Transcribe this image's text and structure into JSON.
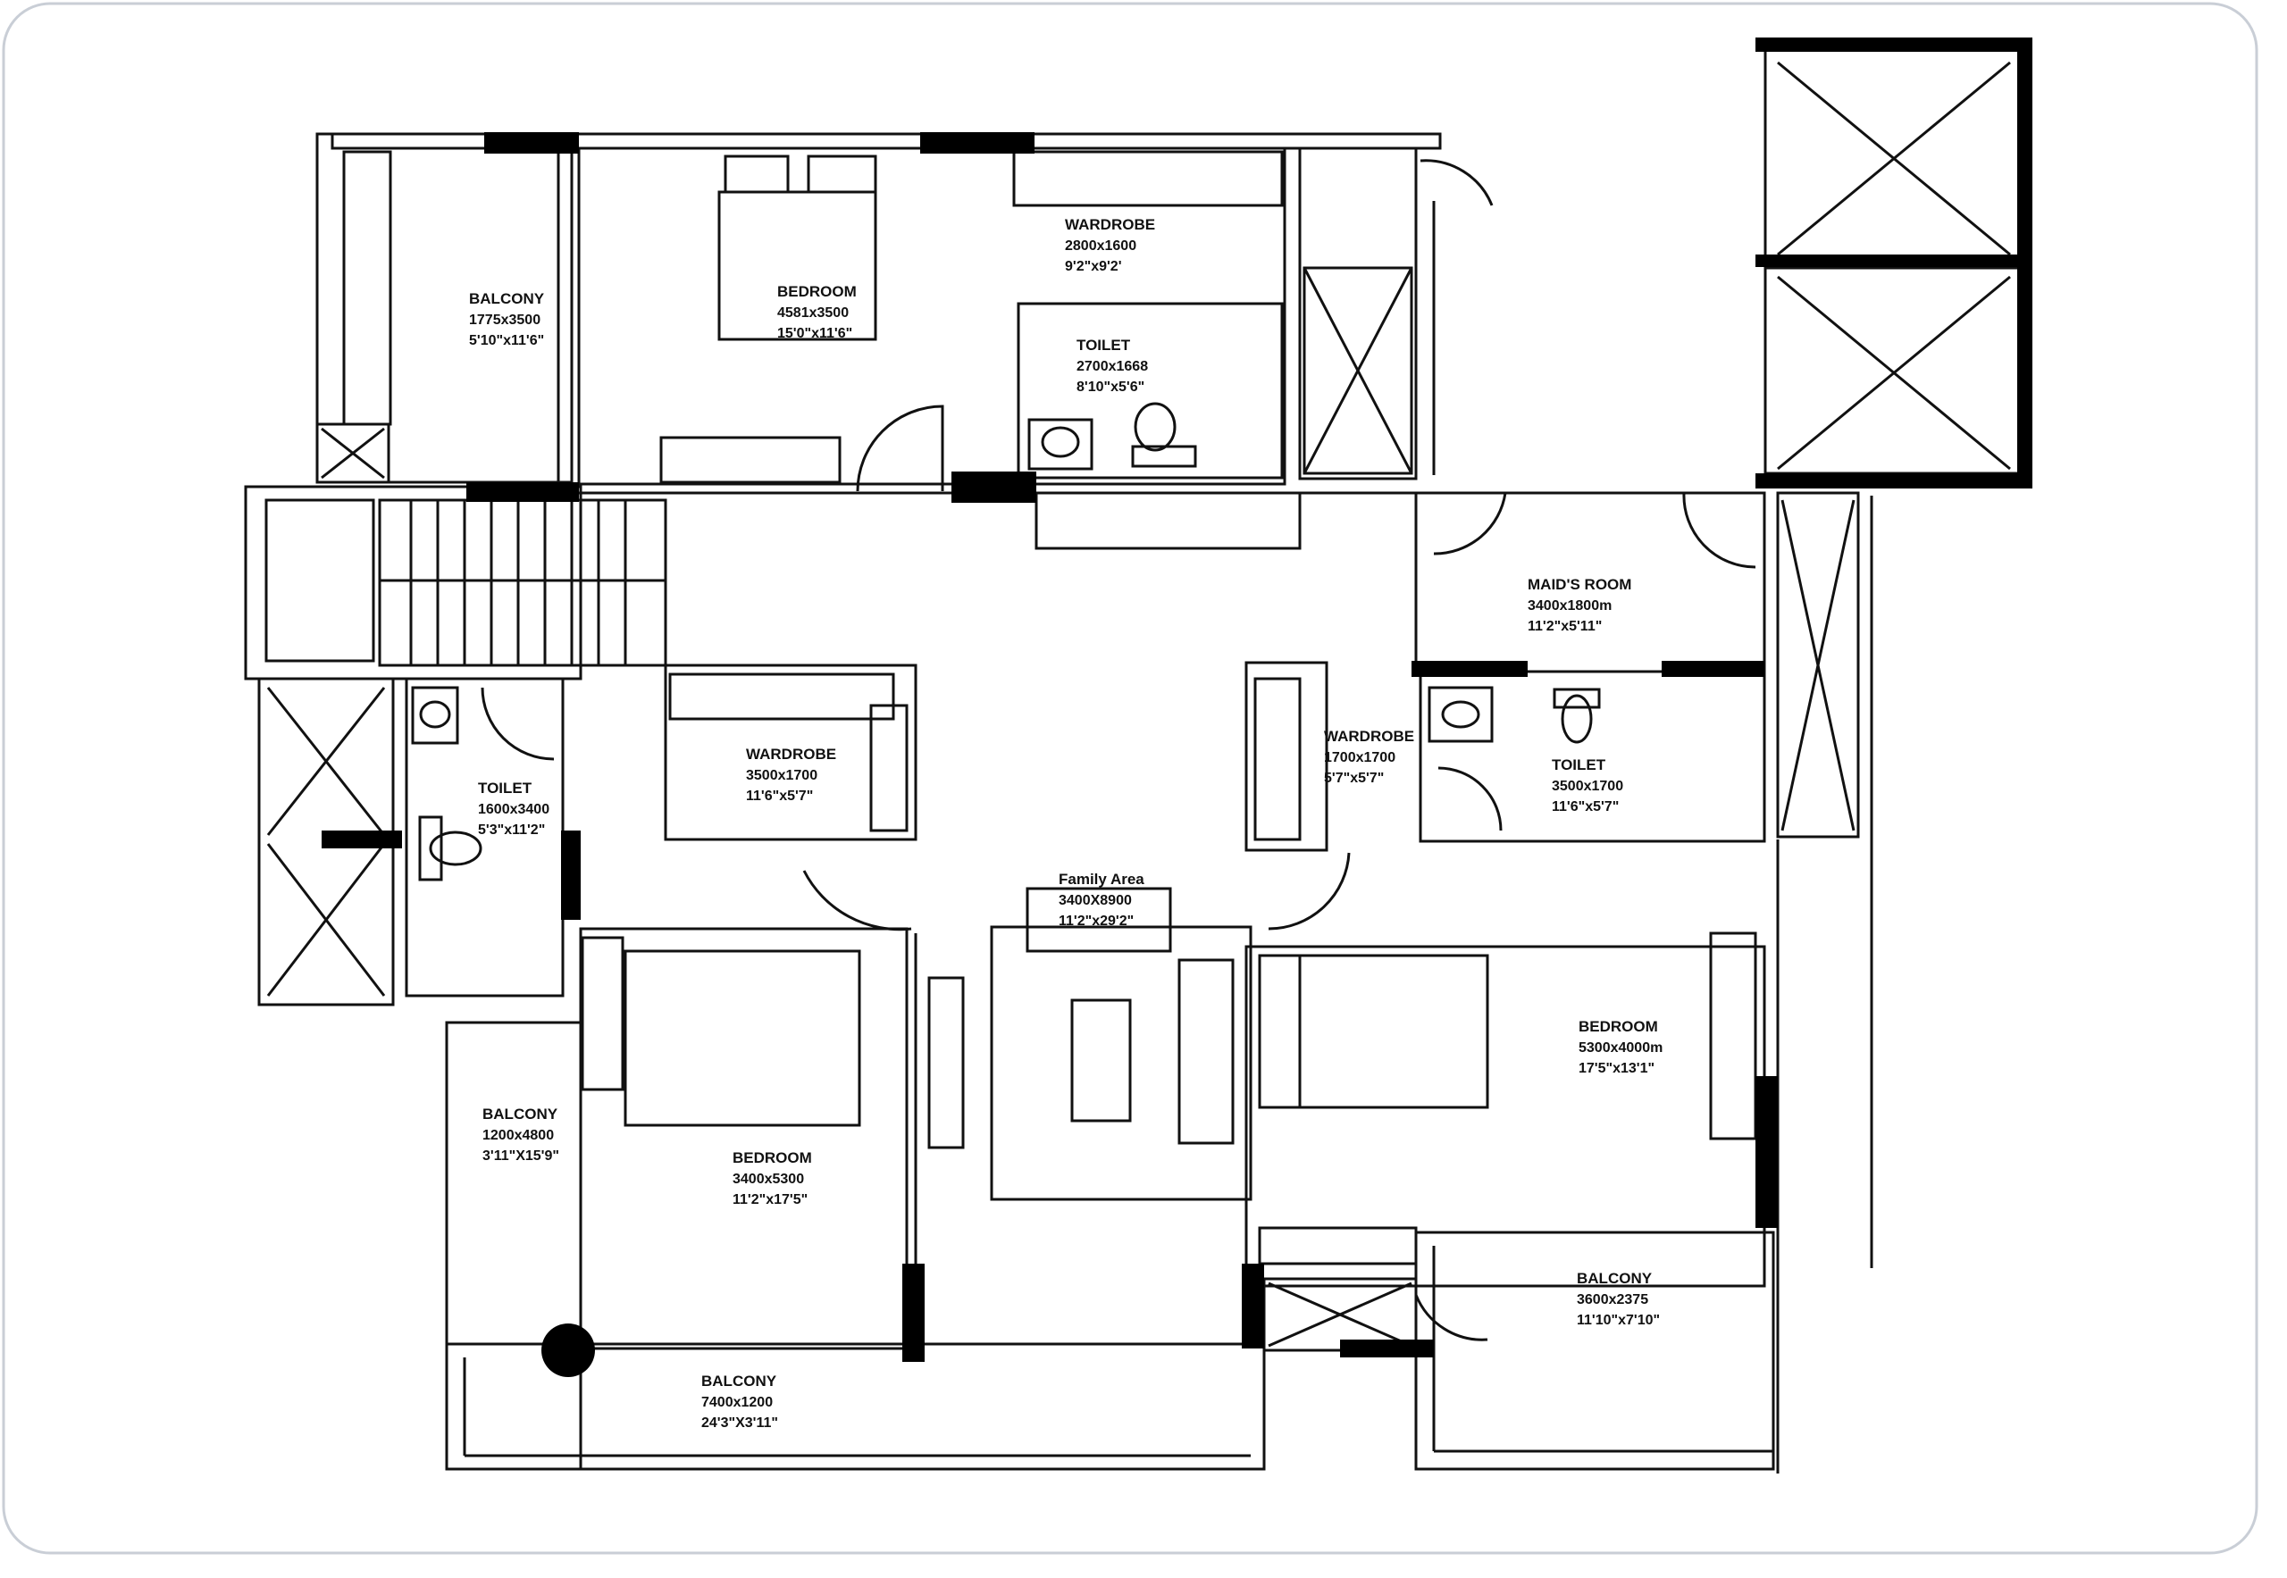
{
  "rooms": {
    "balcony_nw": {
      "name": "BALCONY",
      "metric": "1775x3500",
      "imperial": "5'10\"x11'6\""
    },
    "bedroom_n": {
      "name": "BEDROOM",
      "metric": "4581x3500",
      "imperial": "15'0\"x11'6\""
    },
    "wardrobe_n": {
      "name": "WARDROBE",
      "metric": "2800x1600",
      "imperial": "9'2\"x9'2'"
    },
    "toilet_n": {
      "name": "TOILET",
      "metric": "2700x1668",
      "imperial": "8'10\"x5'6\""
    },
    "maids_room": {
      "name": "MAID'S ROOM",
      "metric": "3400x1800m",
      "imperial": "11'2\"x5'11\""
    },
    "wardrobe_c": {
      "name": "WARDROBE",
      "metric": "3500x1700",
      "imperial": "11'6\"x5'7\""
    },
    "toilet_w": {
      "name": "TOILET",
      "metric": "1600x3400",
      "imperial": "5'3\"x11'2\""
    },
    "wardrobe_e": {
      "name": "WARDROBE",
      "metric": "1700x1700",
      "imperial": "5'7\"x5'7\""
    },
    "toilet_e": {
      "name": "TOILET",
      "metric": "3500x1700",
      "imperial": "11'6\"x5'7\""
    },
    "family_area": {
      "name": "Family Area",
      "metric": "3400X8900",
      "imperial": "11'2\"x29'2\""
    },
    "bedroom_e": {
      "name": "BEDROOM",
      "metric": "5300x4000m",
      "imperial": "17'5\"x13'1\""
    },
    "balcony_w": {
      "name": "BALCONY",
      "metric": "1200x4800",
      "imperial": "3'11\"X15'9\""
    },
    "bedroom_sw": {
      "name": "BEDROOM",
      "metric": "3400x5300",
      "imperial": "11'2\"x17'5\""
    },
    "balcony_se": {
      "name": "BALCONY",
      "metric": "3600x2375",
      "imperial": "11'10\"x7'10\""
    },
    "balcony_s": {
      "name": "BALCONY",
      "metric": "7400x1200",
      "imperial": "24'3\"X3'11\""
    }
  },
  "colors": {
    "line": "#111111",
    "wall_fill": "#000000",
    "card_border": "#c9ced6",
    "background": "#ffffff"
  }
}
